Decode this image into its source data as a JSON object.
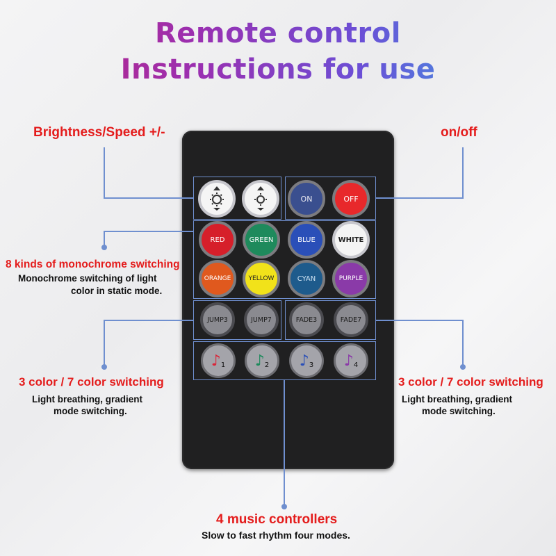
{
  "title": {
    "line1": "Remote control",
    "line2": "Instructions for use"
  },
  "remote": {
    "brightness_buttons": [
      {
        "icon": "brightness-up-icon"
      },
      {
        "icon": "brightness-down-icon"
      }
    ],
    "power_buttons": [
      {
        "label": "ON",
        "color": "#3a4f8f"
      },
      {
        "label": "OFF",
        "color": "#e8282b"
      }
    ],
    "color_buttons_row1": [
      {
        "label": "RED",
        "color": "#d61f2a"
      },
      {
        "label": "GREEN",
        "color": "#1e8a5c"
      },
      {
        "label": "BLUE",
        "color": "#2a4fb8"
      },
      {
        "label": "WHITE",
        "color": "#f4f4f4"
      }
    ],
    "color_buttons_row2": [
      {
        "label": "ORANGE",
        "color": "#e0591e"
      },
      {
        "label": "YELLOW",
        "color": "#f1e21a"
      },
      {
        "label": "CYAN",
        "color": "#1e5b8c"
      },
      {
        "label": "PURPLE",
        "color": "#8a3aa8"
      }
    ],
    "mode_buttons": [
      {
        "label": "JUMP3"
      },
      {
        "label": "JUMP7"
      },
      {
        "label": "FADE3"
      },
      {
        "label": "FADE7"
      }
    ],
    "music_buttons": [
      {
        "label": "1",
        "note_color": "#d9263a"
      },
      {
        "label": "2",
        "note_color": "#1e8a5c"
      },
      {
        "label": "3",
        "note_color": "#2a4fb8"
      },
      {
        "label": "4",
        "note_color": "#8a3aa8"
      }
    ]
  },
  "callouts": {
    "brightness": {
      "title": "Brightness/Speed +/-"
    },
    "onoff": {
      "title": "on/off"
    },
    "monochrome": {
      "title": "8 kinds of monochrome switching",
      "desc_line1": "Monochrome switching of light",
      "desc_line2": "color in static mode."
    },
    "left_mode": {
      "title": "3 color / 7 color switching",
      "desc_line1": "Light breathing, gradient",
      "desc_line2": "mode switching."
    },
    "right_mode": {
      "title": "3 color / 7 color switching",
      "desc_line1": "Light breathing, gradient",
      "desc_line2": "mode switching."
    },
    "music": {
      "title": "4 music controllers",
      "desc": "Slow to fast rhythm four modes."
    }
  },
  "colors": {
    "callout_red": "#e41c1c",
    "leader_blue": "#6f8fcf",
    "remote_body": "#202021"
  }
}
